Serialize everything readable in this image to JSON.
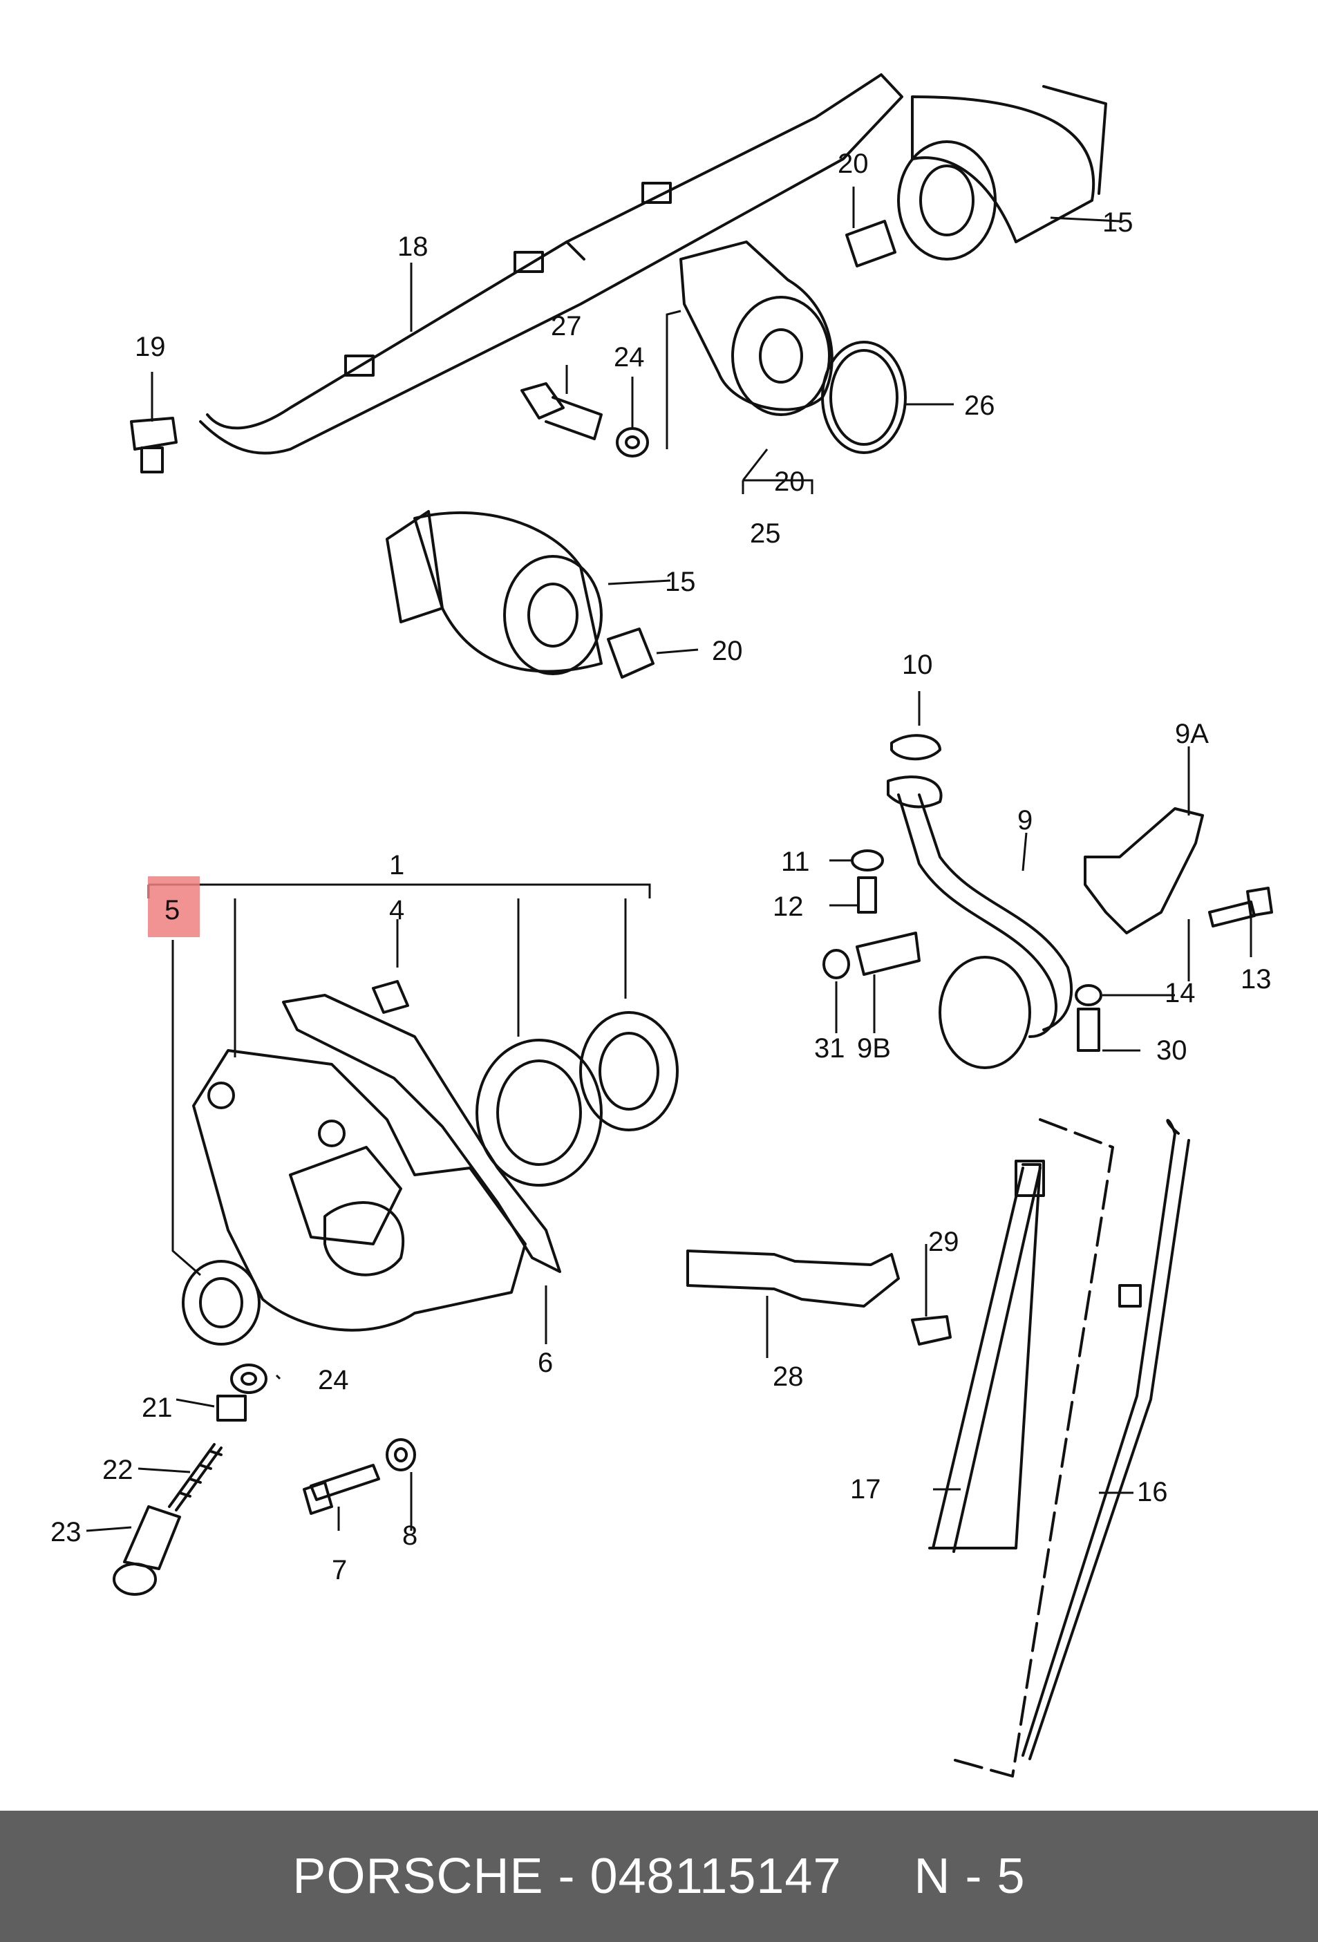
{
  "labels": {
    "l1": "1",
    "l4": "4",
    "l5": "5",
    "l6": "6",
    "l7": "7",
    "l8": "8",
    "l9": "9",
    "l9a": "9A",
    "l9b": "9B",
    "l10": "10",
    "l11": "11",
    "l12": "12",
    "l13": "13",
    "l14": "14",
    "l15a": "15",
    "l15b": "15",
    "l16": "16",
    "l17": "17",
    "l18": "18",
    "l19": "19",
    "l20a": "20",
    "l20b": "20",
    "l20c": "20",
    "l21": "21",
    "l22": "22",
    "l23": "23",
    "l24a": "24",
    "l24b": "24",
    "l25": "25",
    "l26": "26",
    "l27": "27",
    "l28": "28",
    "l29": "29",
    "l30": "30",
    "l31": "31"
  },
  "highlight": {
    "part": "5",
    "color": "#f08080"
  },
  "footer": {
    "text": "PORSCHE - 048115147     N - 5",
    "background": "#5f5f5f"
  }
}
